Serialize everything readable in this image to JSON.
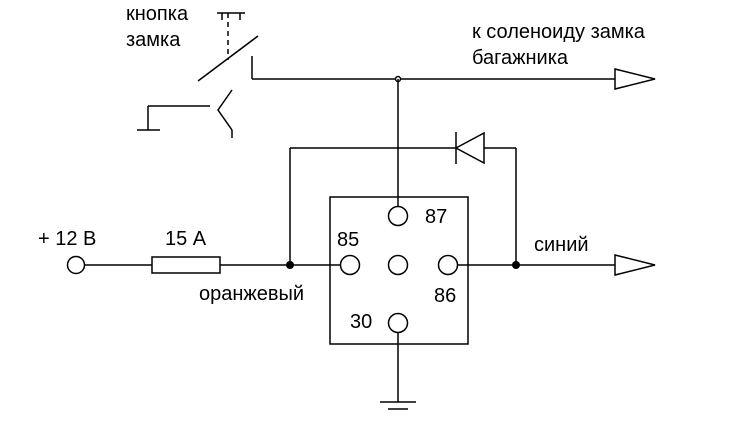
{
  "labels": {
    "button_line1": "кнопка",
    "button_line2": "замка",
    "solenoid_line1": "к соленоиду замка",
    "solenoid_line2": "багажника",
    "supply": "+ 12 В",
    "fuse": "15 А",
    "wire_orange": "оранжевый",
    "wire_blue": "синий"
  },
  "relay_pins": {
    "p85": "85",
    "p86": "86",
    "p87": "87",
    "p30": "30"
  }
}
